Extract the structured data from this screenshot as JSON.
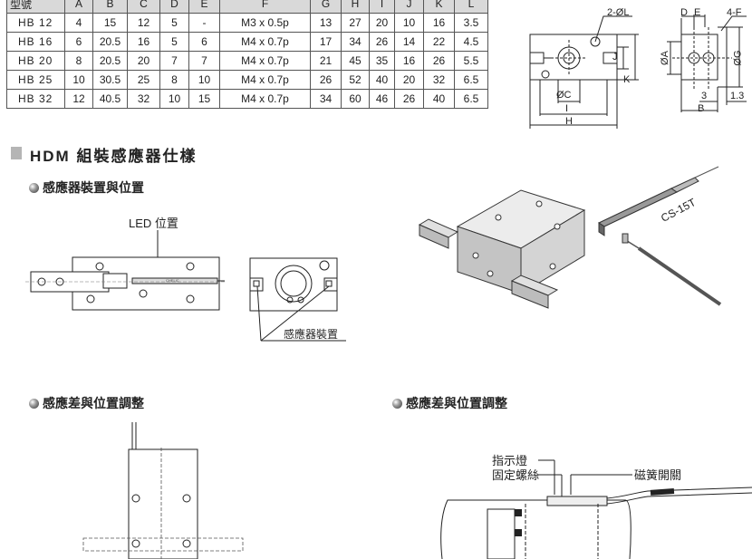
{
  "table": {
    "corner_label": "型號",
    "columns": [
      "A",
      "B",
      "C",
      "D",
      "E",
      "F",
      "G",
      "H",
      "I",
      "J",
      "K",
      "L"
    ],
    "rows": [
      {
        "model": "HB 12",
        "cells": [
          "4",
          "15",
          "12",
          "5",
          "-",
          "M3 x 0.5p",
          "13",
          "27",
          "20",
          "10",
          "16",
          "3.5"
        ]
      },
      {
        "model": "HB 16",
        "cells": [
          "6",
          "20.5",
          "16",
          "5",
          "6",
          "M4 x 0.7p",
          "17",
          "34",
          "26",
          "14",
          "22",
          "4.5"
        ]
      },
      {
        "model": "HB 20",
        "cells": [
          "8",
          "20.5",
          "20",
          "7",
          "7",
          "M4 x 0.7p",
          "21",
          "45",
          "35",
          "16",
          "26",
          "5.5"
        ]
      },
      {
        "model": "HB 25",
        "cells": [
          "10",
          "30.5",
          "25",
          "8",
          "10",
          "M4 x 0.7p",
          "26",
          "52",
          "40",
          "20",
          "32",
          "6.5"
        ]
      },
      {
        "model": "HB 32",
        "cells": [
          "12",
          "40.5",
          "32",
          "10",
          "15",
          "M4 x 0.7p",
          "34",
          "60",
          "46",
          "26",
          "40",
          "6.5"
        ]
      }
    ]
  },
  "dims": {
    "front": {
      "hole": "2-ØL",
      "c": "ØC",
      "i": "I",
      "h": "H",
      "j": "J",
      "k": "K"
    },
    "side": {
      "d": "D",
      "e": "E",
      "f": "4-F",
      "a": "ØA",
      "g": "ØG",
      "three": "3",
      "b": "B",
      "one_three": "1.3"
    }
  },
  "section": {
    "title": "HDM 組裝感應器仕樣"
  },
  "install": {
    "subtitle": "感應器裝置與位置",
    "led_label": "LED 位置",
    "sensor_install_label": "感應器裝置",
    "sensor_text": "CHELIC",
    "sensor_model": "CS-15T"
  },
  "adjust_left": {
    "subtitle": "感應差與位置調整"
  },
  "adjust_right": {
    "subtitle": "感應差與位置調整",
    "indicator_label": "指示燈",
    "screw_label": "固定螺絲",
    "switch_label": "磁簧開關"
  }
}
